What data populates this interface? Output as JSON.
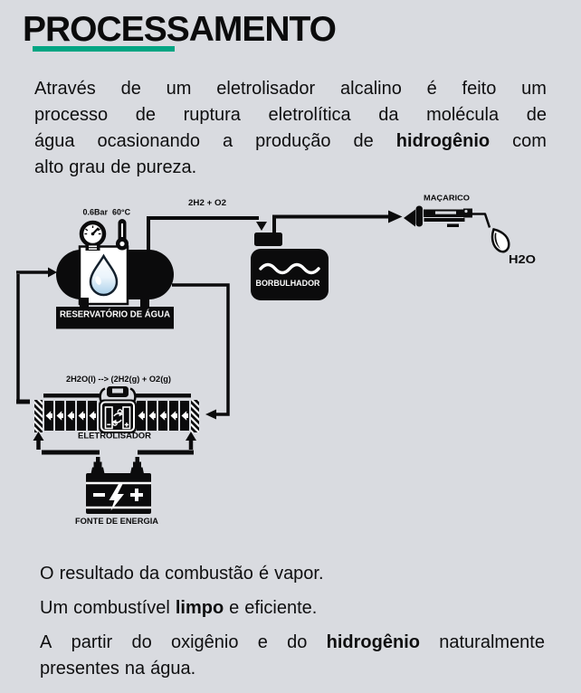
{
  "title": {
    "text": "PROCESSAMENTO"
  },
  "accent_color": "#00a583",
  "intro": {
    "lines": [
      [
        "Através",
        "de",
        "um",
        "eletrolisador",
        "alcalino",
        "é",
        "feito",
        "um"
      ],
      [
        "processo",
        "de",
        "ruptura",
        "eletrolítica",
        "da",
        "molécula",
        "de"
      ],
      [
        "água",
        "ocasionando",
        "a",
        "produção",
        "de",
        "**hidrogênio**",
        "com"
      ],
      [
        "alto",
        "grau",
        "de",
        "pureza."
      ]
    ]
  },
  "diagram": {
    "gauge_pressure": "0.6Bar",
    "gauge_temp": "60°C",
    "gas_line": "2H2 + O2",
    "reservoir": "RESERVATÓRIO DE ÁGUA",
    "bubbler": "BORBULHADOR",
    "torch": "MAÇARICO",
    "torch_output": "H2O",
    "equation": "2H2O(l) --> (2H2(g) + O2(g)",
    "electrolyzer": "ELETROLISADOR",
    "power": "FONTE DE ENERGIA"
  },
  "outro": {
    "lines": [
      [
        "O",
        "resultado",
        "da",
        "combustão",
        "é",
        "vapor."
      ],
      [
        "Um",
        "combustível",
        "**limpo**",
        "e",
        "eficiente."
      ],
      [
        "A",
        "partir",
        "do",
        "oxigênio",
        "e",
        "do",
        "**hidrogênio**",
        "naturalmente"
      ],
      [
        "presentes",
        "na",
        "água."
      ]
    ]
  }
}
